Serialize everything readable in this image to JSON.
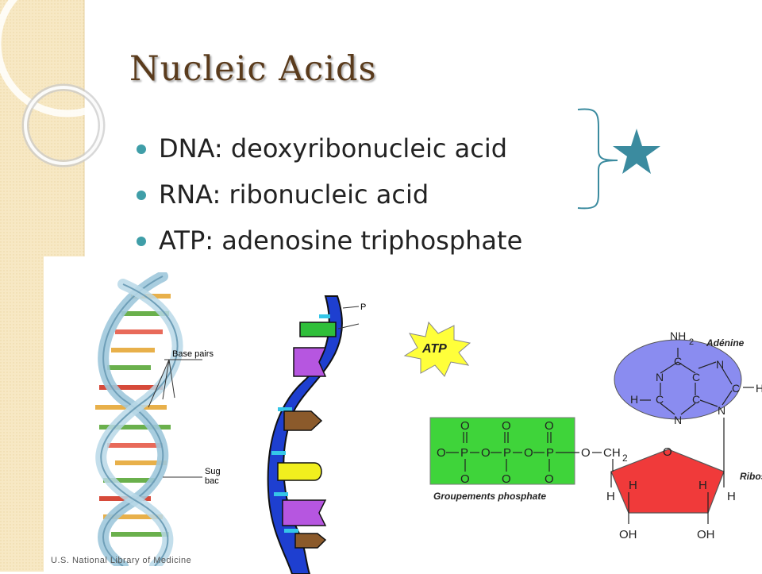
{
  "slide": {
    "title": "Nucleic Acids",
    "bullets": [
      {
        "text": "DNA: deoxyribonucleic acid"
      },
      {
        "text": "RNA: ribonucleic acid"
      },
      {
        "text": "ATP: adenosine triphosphate"
      }
    ]
  },
  "colors": {
    "title": "#5a3b1c",
    "bullet": "#3f9ea8",
    "star": "#3b8b9f",
    "sidebar": "#f6e6bf"
  },
  "dna_figure": {
    "base_pairs_label": "Base pairs",
    "sugar_label_line1": "Sug",
    "sugar_label_line2": "bac",
    "credit": "U.S. National Library of Medicine"
  },
  "rna_figure": {
    "label": "P"
  },
  "atp_figure": {
    "badge": "ATP",
    "adenine_label": "Adénine",
    "ribose_label": "Ribose",
    "phosphate_label": "Groupements phosphate",
    "nh2": "NH",
    "nh2_sub": "2",
    "ch2": "CH",
    "ch2_sub": "2",
    "O": "O",
    "P": "P",
    "H": "H",
    "OH": "OH",
    "C": "C",
    "N": "N"
  }
}
